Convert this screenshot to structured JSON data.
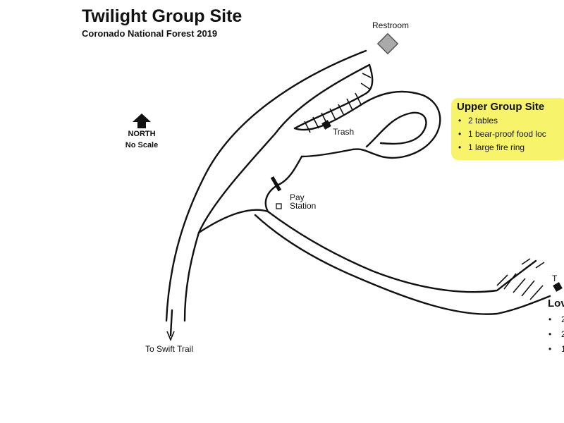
{
  "map": {
    "title": "Twilight Group Site",
    "subtitle": "Coronado National Forest 2019",
    "north_label": "NORTH",
    "scale_note": "No Scale",
    "restroom_label": "Restroom",
    "trash_label": "Trash",
    "pay_label_line1": "Pay",
    "pay_label_line2": "Station",
    "exit_label": "To Swift Trail"
  },
  "upper_group_site": {
    "title": "Upper Group Site",
    "highlight_color": "#f7f36a",
    "items": [
      "2 tables",
      "1 bear-proof food loc",
      "1 large fire ring"
    ]
  },
  "lower_group_site": {
    "title_fragment": "Lov",
    "trash_fragment": "T",
    "items": [
      "2",
      "2",
      "1"
    ]
  },
  "icons": {
    "north_arrow": "north-arrow-icon",
    "restroom": "restroom-icon",
    "trash": "trash-icon",
    "pay_station": "pay-station-icon"
  }
}
